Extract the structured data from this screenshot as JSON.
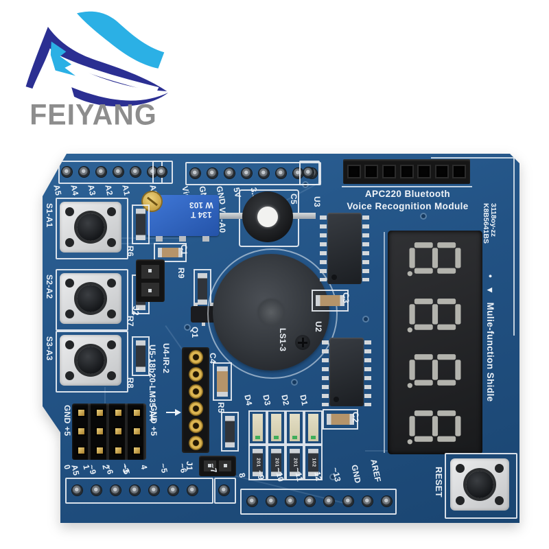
{
  "brand": {
    "name": "FEIYANG"
  },
  "board": {
    "title_line1": "APC220 Bluetooth",
    "title_line2": "Voice Recognition Module",
    "side_code1": "3118oy-zz",
    "side_code2": "K8B5641BS",
    "side_bullet": "•",
    "side_arrow": "▾",
    "side_name": "Mulie-function Shidle"
  },
  "pins": {
    "analog": [
      "A5",
      "A4",
      "A3",
      "A2",
      "A1",
      "A0"
    ],
    "power": [
      "Vin",
      "GND",
      "GND",
      "5V",
      "3.3V"
    ],
    "digital_left": [
      "0",
      "1",
      "2",
      "~3",
      "4",
      "~5",
      "~6",
      "~7"
    ],
    "digital_right": [
      "8",
      "~9",
      "~10",
      "~11",
      "12",
      "~13",
      "GND",
      "AREF"
    ]
  },
  "buttons": {
    "s1": "S1-A1",
    "s2": "S2-A2",
    "s3": "S3-A3",
    "reset": "RESET"
  },
  "labels": {
    "r5": "R5",
    "r6": "R6",
    "r7": "R7",
    "r8": "R8",
    "r9": "R9",
    "c1": "C1",
    "c2": "C2",
    "c3": "C3",
    "c4": "C4",
    "c5": "C5",
    "u2": "U2",
    "u3": "U3",
    "q1": "Q1",
    "j1": "J1",
    "j2": "J2",
    "buzzer": "LS1-3",
    "trimmer": "VR-A0",
    "trimmer_mark1": "W 103",
    "trimmer_mark2": "134 T",
    "sensor_row1": "U4-IR-2",
    "sensor_row2": "U5-18b20-LM35-A4",
    "block_left": "GND +5",
    "block_right": "GND +5",
    "block_cols": [
      "A5",
      "~9",
      "~6",
      "~5"
    ],
    "leds": [
      "D4",
      "D3",
      "D2",
      "D1"
    ],
    "led_res_marks": [
      "201",
      "201",
      "201",
      "102"
    ]
  },
  "display": {
    "digits": [
      "8",
      "8",
      "8",
      "8"
    ],
    "decimal_points": true
  },
  "colors": {
    "board_blue": "#225284",
    "silkscreen": "#eef3f8",
    "logo_navy": "#2b2f92",
    "logo_light_blue": "#2bb0e5",
    "brand_gray": "#8d8d8d",
    "trimmer_blue": "#2f66c0",
    "display_body": "#242424",
    "display_segment": "#b3b3ad",
    "gold_pin": "#c9a23f"
  }
}
